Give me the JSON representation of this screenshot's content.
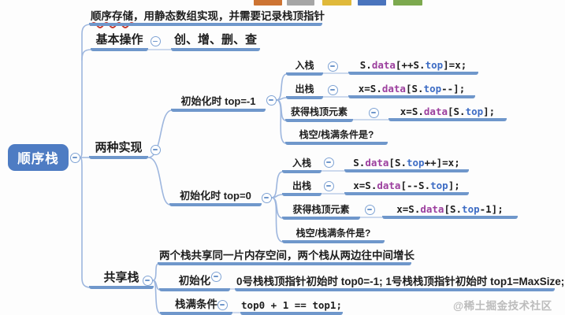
{
  "root": {
    "label": "顺序栈"
  },
  "note": {
    "highlight": "顺序存储",
    "rest": "，用静态数组实现，并需要记录栈顶指针"
  },
  "basic": {
    "label": "基本操作",
    "value": "创、增、删、查"
  },
  "impl": {
    "label": "两种实现",
    "variants": [
      {
        "label": "初始化时 top=-1",
        "rows": [
          {
            "label": "入栈",
            "code": "S.data[++S.top]=x;"
          },
          {
            "label": "出栈",
            "code": "x=S.data[S.top--];"
          },
          {
            "label": "获得栈顶元素",
            "code": "x=S.data[S.top];"
          },
          {
            "label": "栈空/栈满条件是?"
          }
        ]
      },
      {
        "label": "初始化时 top=0",
        "rows": [
          {
            "label": "入栈",
            "code": "S.data[S.top++]=x;"
          },
          {
            "label": "出栈",
            "code": "x=S.data[--S.top];"
          },
          {
            "label": "获得栈顶元素",
            "code": "x=S.data[S.top-1];"
          },
          {
            "label": "栈空/栈满条件是?"
          }
        ]
      }
    ]
  },
  "shared": {
    "label": "共享栈",
    "note": "两个栈共享同一片内存空间，两个栈从两边往中间增长",
    "rows": [
      {
        "label": "初始化",
        "desc": "0号栈栈顶指针初始时 top0=-1;  1号栈栈顶指针初始时 top1=MaxSize;"
      },
      {
        "label": "栈满条件",
        "code": "top0 + 1 == top1;"
      }
    ]
  },
  "watermark": "@稀土掘金技术社区",
  "toolbar_colors": [
    "#cd7433",
    "#a6a6a6",
    "#e0b93a",
    "#4a74bd",
    "#7ca94e"
  ],
  "colors": {
    "underline": "#6f97cb",
    "connector": "#9db6de",
    "root_bg": "#4e7cc3",
    "syntax_member": "#9c3f9e",
    "syntax_field": "#3d6cc4",
    "wavy_red": "#c6392c"
  }
}
